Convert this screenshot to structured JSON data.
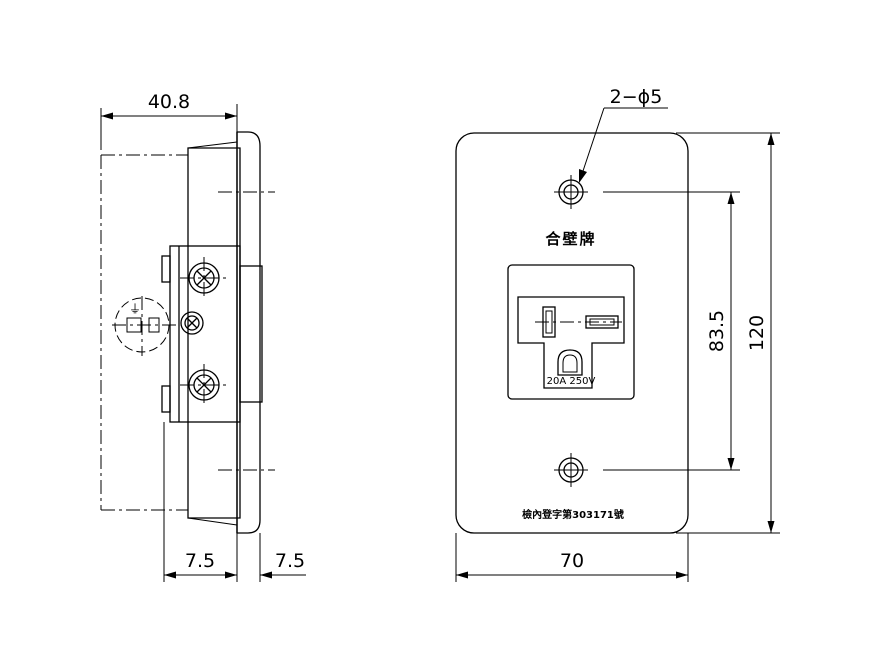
{
  "dimensions": {
    "side_width": "40.8",
    "side_bottom_left": "7.5",
    "side_bottom_right": "7.5",
    "hole_callout": "2−ϕ5",
    "front_width": "70",
    "hole_spacing": "83.5",
    "front_height": "120"
  },
  "labels": {
    "product_name": "合壁牌",
    "rating": "20A 250V",
    "registration": "檢內登字第303171號",
    "ground_mark": "⏚"
  }
}
